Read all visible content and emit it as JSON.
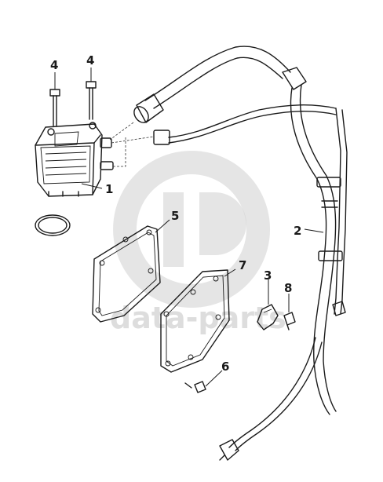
{
  "diagram": {
    "callouts": {
      "c1": "1",
      "c2": "2",
      "c3": "3",
      "c4a": "4",
      "c4b": "4",
      "c5": "5",
      "c6": "6",
      "c7": "7",
      "c8": "8"
    },
    "watermark": {
      "text": "data-parts",
      "color": "#c8c8c8"
    },
    "line_color": "#1a1a1a"
  }
}
